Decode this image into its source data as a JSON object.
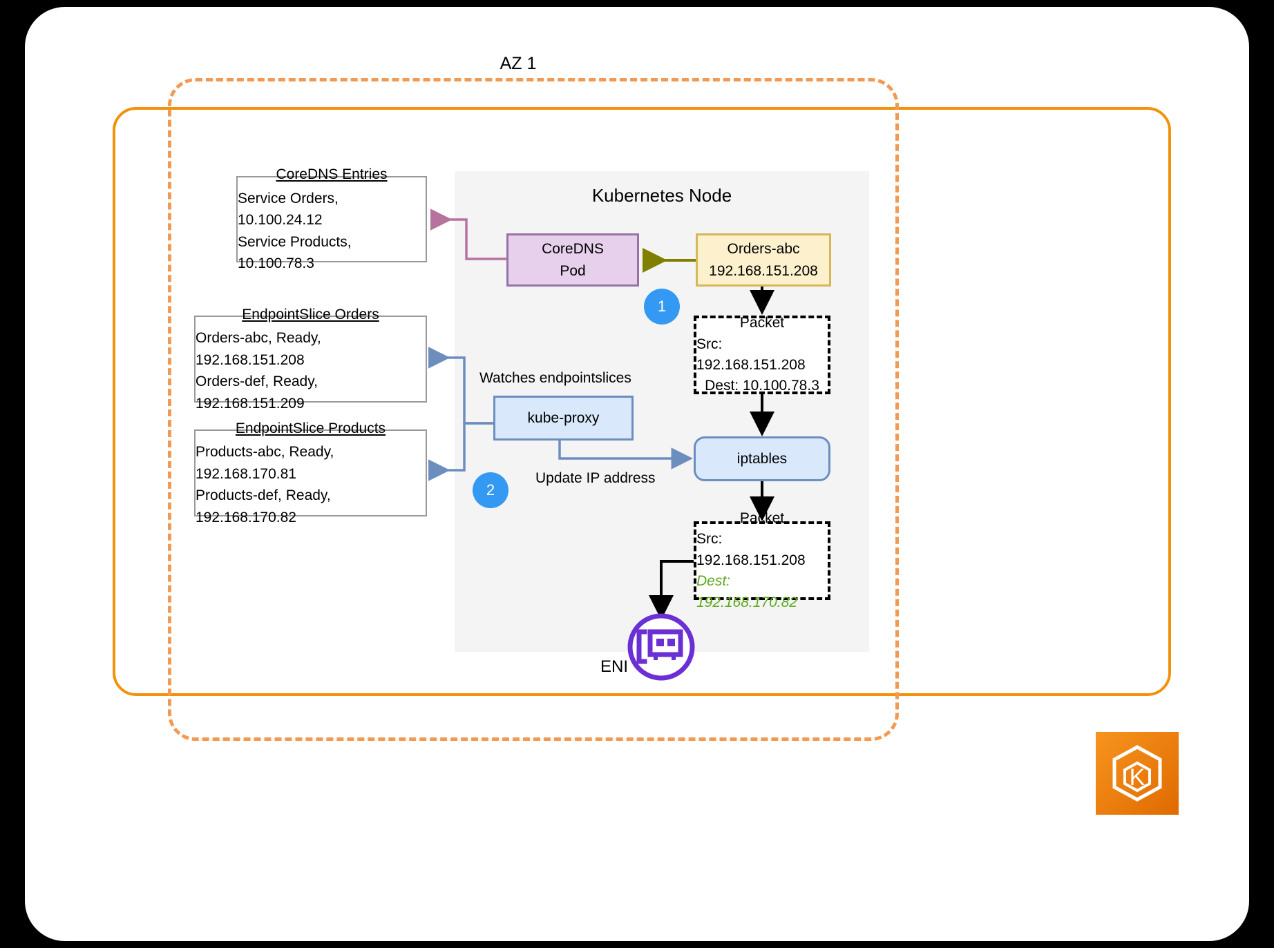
{
  "diagram": {
    "title": "AZ 1",
    "node_title": "Kubernetes Node",
    "colors": {
      "az_dashed": "#F29A53",
      "vpc_solid": "#F3910B",
      "badge_blue": "#3399f3",
      "coredns_fill": "#e6d0ec",
      "coredns_stroke": "#9673a6",
      "pod_fill": "#fdf0cd",
      "pod_stroke": "#d6b656",
      "blue_fill": "#dae8fc",
      "blue_stroke": "#6c8ebf",
      "dns_arrow": "#b5739d",
      "pod_arrow": "#808000",
      "green_text": "#5EA91C",
      "eks_orange": "#ED7100",
      "eni_purple": "#6B2FD6"
    },
    "boxes": {
      "coredns_entries": {
        "title": "CoreDNS Entries",
        "lines": [
          "Service Orders, 10.100.24.12",
          "Service Products, 10.100.78.3"
        ]
      },
      "endpointslice_orders": {
        "title": "EndpointSlice Orders",
        "lines": [
          "Orders-abc, Ready, 192.168.151.208",
          "Orders-def, Ready, 192.168.151.209"
        ]
      },
      "endpointslice_products": {
        "title": "EndpointSlice Products",
        "lines": [
          "Products-abc, Ready, 192.168.170.81",
          "Products-def, Ready, 192.168.170.82"
        ]
      },
      "coredns_pod": {
        "line1": "CoreDNS",
        "line2": "Pod"
      },
      "orders_pod": {
        "line1": "Orders-abc",
        "line2": "192.168.151.208"
      },
      "kube_proxy": {
        "label": "kube-proxy"
      },
      "iptables": {
        "label": "iptables"
      },
      "packet_1": {
        "title": "Packet",
        "src": "Src: 192.168.151.208",
        "dest": "Dest: 10.100.78.3"
      },
      "packet_2": {
        "title": "Packet",
        "src": "Src: 192.168.151.208",
        "dest": "Dest: 192.168.170.82"
      }
    },
    "labels": {
      "watches": "Watches endpointslices",
      "update_ip": "Update IP address",
      "eni": "ENI"
    },
    "badges": {
      "one": "1",
      "two": "2"
    }
  }
}
